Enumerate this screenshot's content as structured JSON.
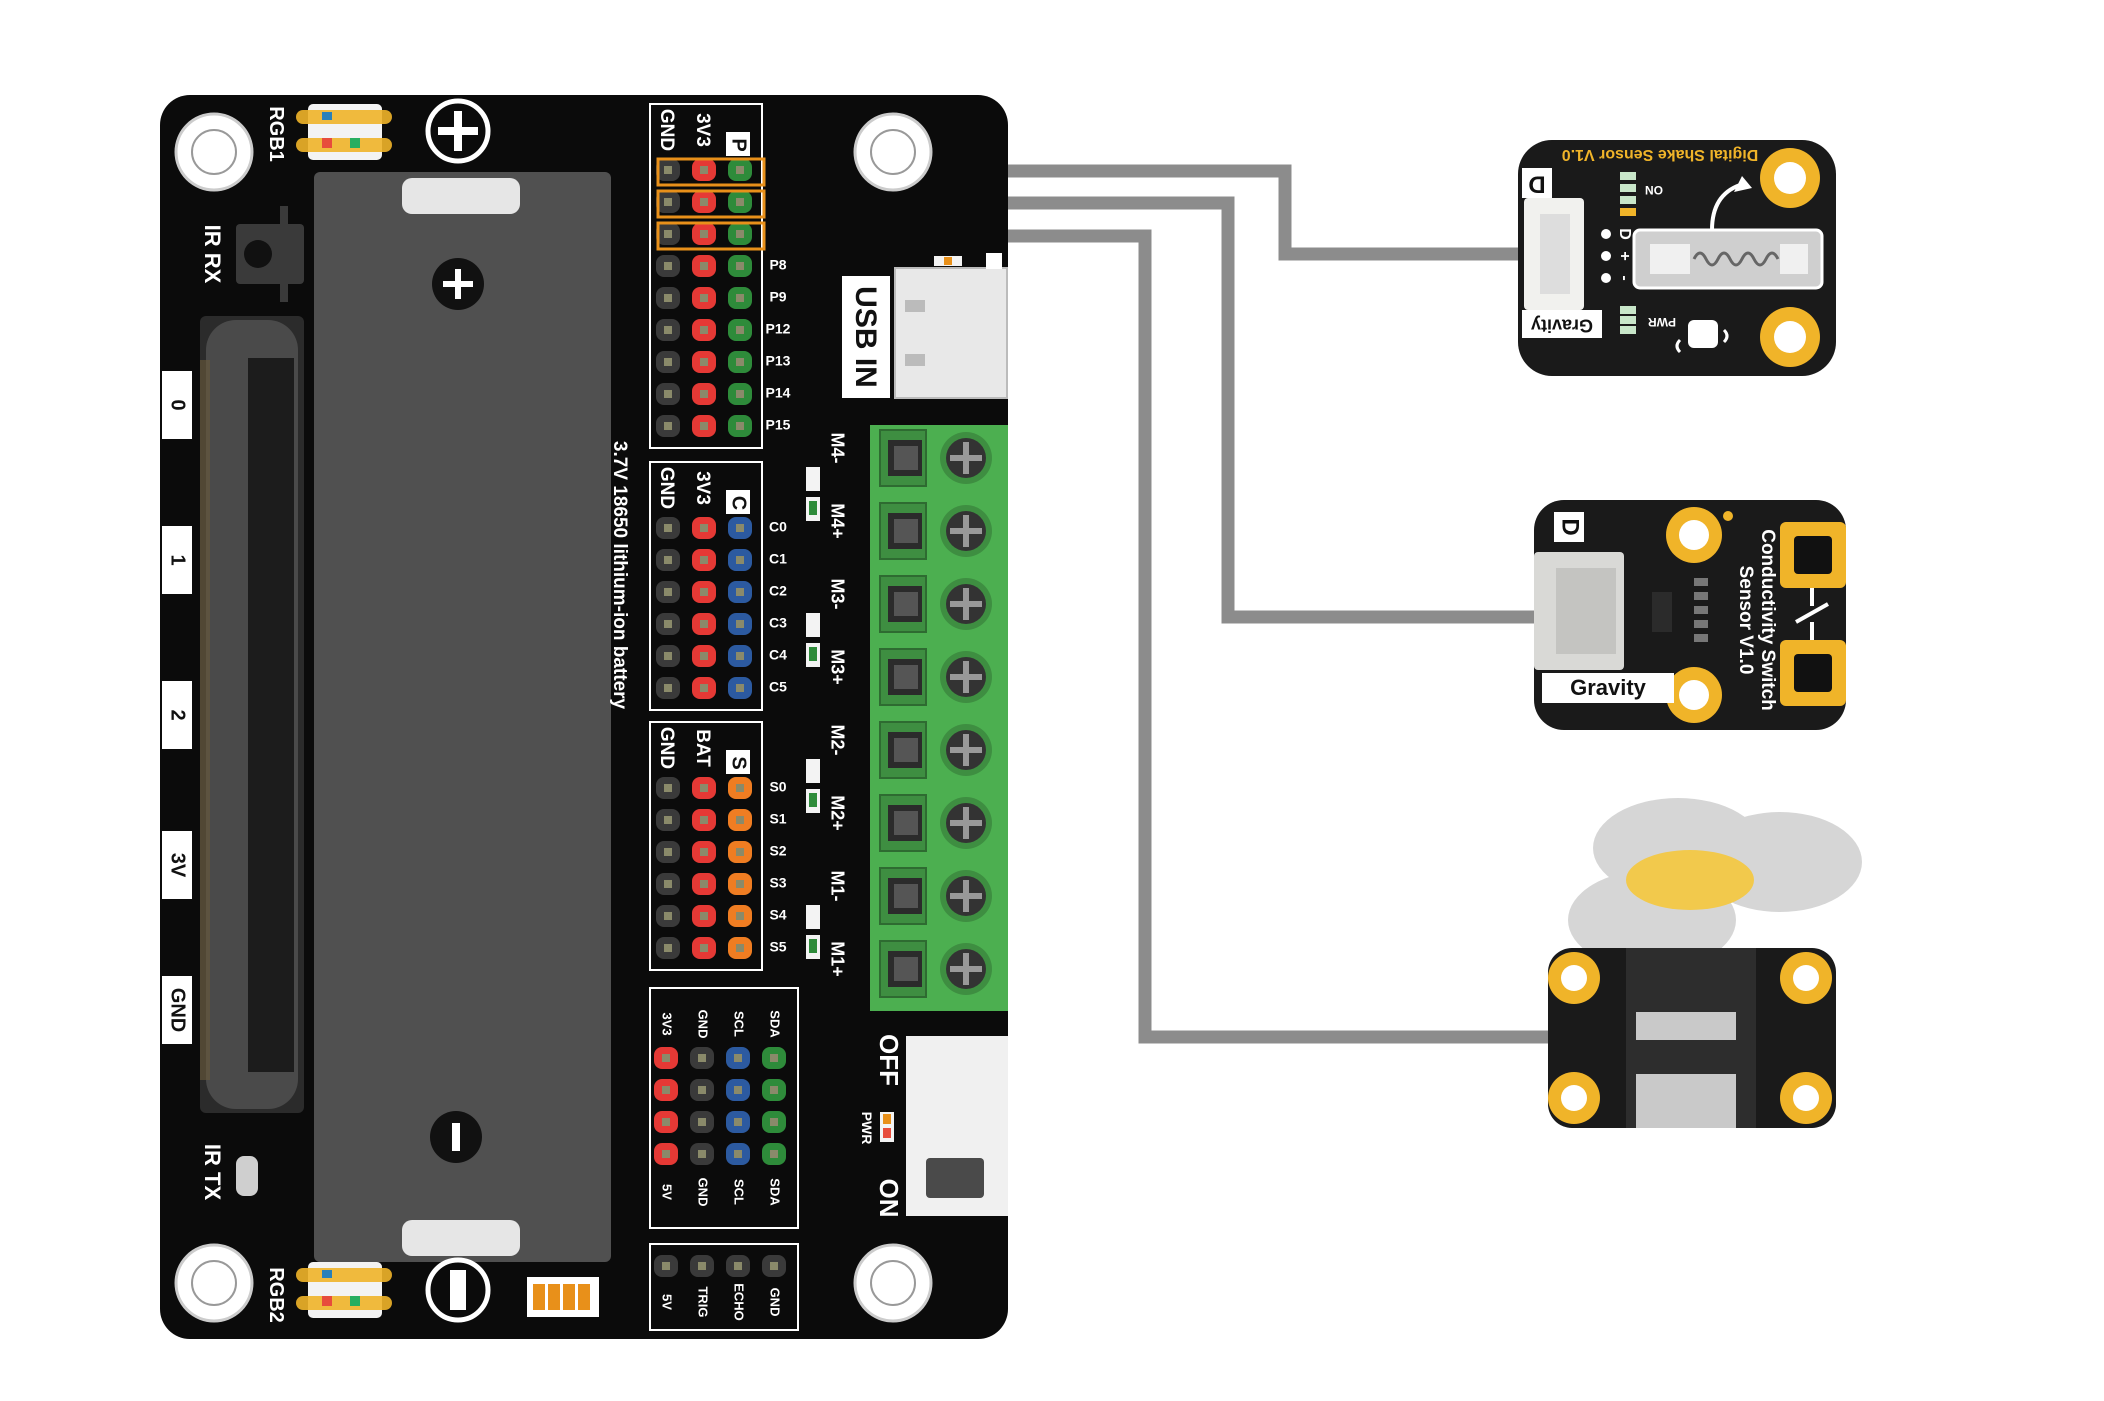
{
  "board": {
    "rgb1": "RGB1",
    "rgb2": "RGB2",
    "ir_rx": "IR RX",
    "ir_tx": "IR TX",
    "edge_labels": [
      "0",
      "1",
      "2",
      "3V",
      "GND"
    ],
    "battery_label": "3.7V 18650 lithium-ion battery",
    "usb_label": "USB IN",
    "switch_off": "OFF",
    "switch_on": "ON",
    "pwr": "PWR",
    "p_header": {
      "letter": "P",
      "cols": [
        "GND",
        "3V3"
      ],
      "pins": [
        "P8",
        "P9",
        "P12",
        "P13",
        "P14",
        "P15"
      ]
    },
    "c_header": {
      "letter": "C",
      "cols": [
        "GND",
        "3V3"
      ],
      "pins": [
        "C0",
        "C1",
        "C2",
        "C3",
        "C4",
        "C5"
      ]
    },
    "s_header": {
      "letter": "S",
      "cols": [
        "GND",
        "BAT"
      ],
      "pins": [
        "S0",
        "S1",
        "S2",
        "S3",
        "S4",
        "S5"
      ]
    },
    "i2c_top": [
      "3V3",
      "GND",
      "SCL",
      "SDA"
    ],
    "i2c_bottom": [
      "5V",
      "GND",
      "SCL",
      "SDA"
    ],
    "ultrasonic": [
      "5V",
      "TRIG",
      "ECHO",
      "GND"
    ],
    "motors": [
      "M4-",
      "M4+",
      "M3-",
      "M3+",
      "M2-",
      "M2+",
      "M1-",
      "M1+"
    ]
  },
  "shake_sensor": {
    "title": "Digital Shake Sensor V1.0",
    "badge": "D",
    "brand": "Gravity",
    "on": "ON",
    "pwr": "PWR",
    "pin_labels": [
      "D",
      "+",
      "-"
    ]
  },
  "conductivity_sensor": {
    "title_line1": "Conductivity Switch",
    "title_line2": "Sensor V1.0",
    "badge": "D",
    "brand": "Gravity"
  },
  "colors": {
    "board": "#0b0b0b",
    "wire": "#8c8c8c",
    "highlight": "#e8901a",
    "terminal": "#4caf50",
    "gold": "#f0b429",
    "fan": "#d6d6d6",
    "fan_hub": "#f2c94c"
  }
}
